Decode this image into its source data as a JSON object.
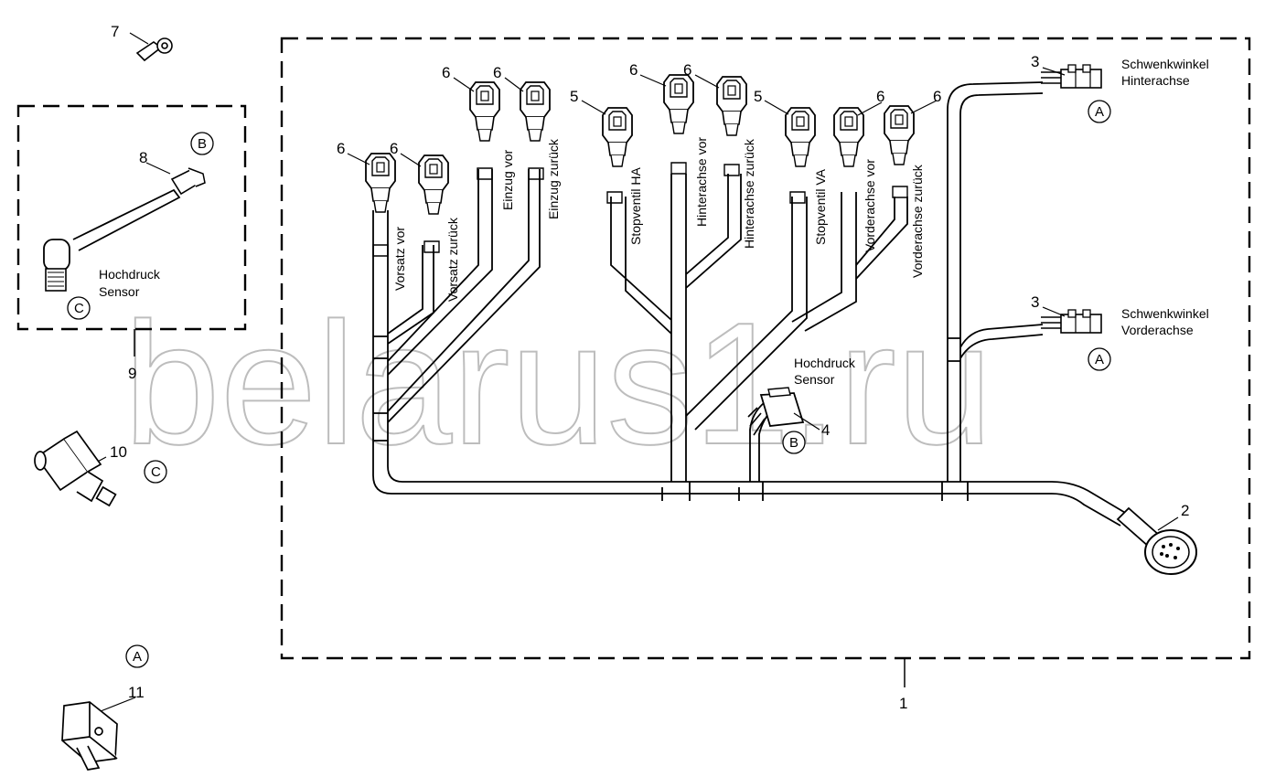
{
  "callouts": {
    "p1": "1",
    "p2": "2",
    "p3a": "3",
    "p3b": "3",
    "p4": "4",
    "p5a": "5",
    "p5b": "5",
    "p6a": "6",
    "p6b": "6",
    "p6c": "6",
    "p6d": "6",
    "p6e": "6",
    "p6f": "6",
    "p6g": "6",
    "p6h": "6",
    "p7": "7",
    "p8": "8",
    "p9": "9",
    "p10": "10",
    "p11": "11"
  },
  "connector_refs": {
    "A_top": "A",
    "A_mid": "A",
    "A_left": "A",
    "B_left": "B",
    "B_center": "B",
    "C_left": "C",
    "C_sensor": "C"
  },
  "wire_labels": {
    "vorsatz_vor": "Vorsatz vor",
    "vorsatz_zurueck": "Vorsatz zurück",
    "einzug_vor": "Einzug vor",
    "einzug_zurueck": "Einzug zurück",
    "stopventil_ha": "Stopventil HA",
    "hinterachse_vor": "Hinterachse vor",
    "hinterachse_zurueck": "Hinterachse zurück",
    "stopventil_va": "Stopventil VA",
    "vorderachse_vor": "Vorderachse vor",
    "vorderachse_zurueck": "Vorderachse zurück"
  },
  "text_labels": {
    "schwenk_hinter_1": "Schwenkwinkel",
    "schwenk_hinter_2": "Hinterachse",
    "schwenk_vorder_1": "Schwenkwinkel",
    "schwenk_vorder_2": "Vorderachse",
    "hochdruck_center_1": "Hochdruck",
    "hochdruck_center_2": "Sensor",
    "hochdruck_left_1": "Hochdruck",
    "hochdruck_left_2": "Sensor"
  },
  "watermark": "belarus1.ru"
}
